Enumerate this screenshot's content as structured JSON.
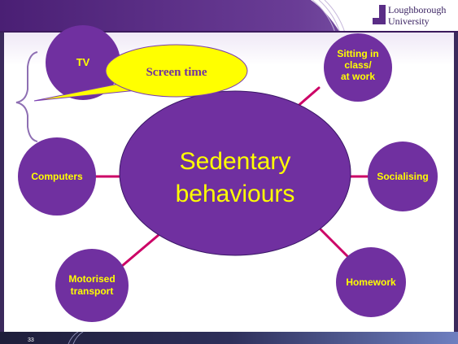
{
  "slide": {
    "page_number": "33",
    "logo": {
      "line1": "Loughborough",
      "line2": "University"
    }
  },
  "diagram": {
    "center": "Sedentary behaviours",
    "center_lines": [
      "Sedentary",
      "behaviours"
    ],
    "nodes": {
      "tv": [
        "TV"
      ],
      "sitting": [
        "Sitting in",
        "class/",
        "at work"
      ],
      "computers": [
        "Computers"
      ],
      "socialising": [
        "Socialising"
      ],
      "transport": [
        "Motorised",
        "transport"
      ],
      "homework": [
        "Homework"
      ]
    },
    "callout": "Screen time"
  },
  "colors": {
    "node_fill": "#7030a0",
    "label_yellow": "#ffff00",
    "connector": "#cc0066",
    "callout_fill": "#ffff00",
    "header_band": "#5b2c83",
    "brace": "#8e6fb3"
  }
}
